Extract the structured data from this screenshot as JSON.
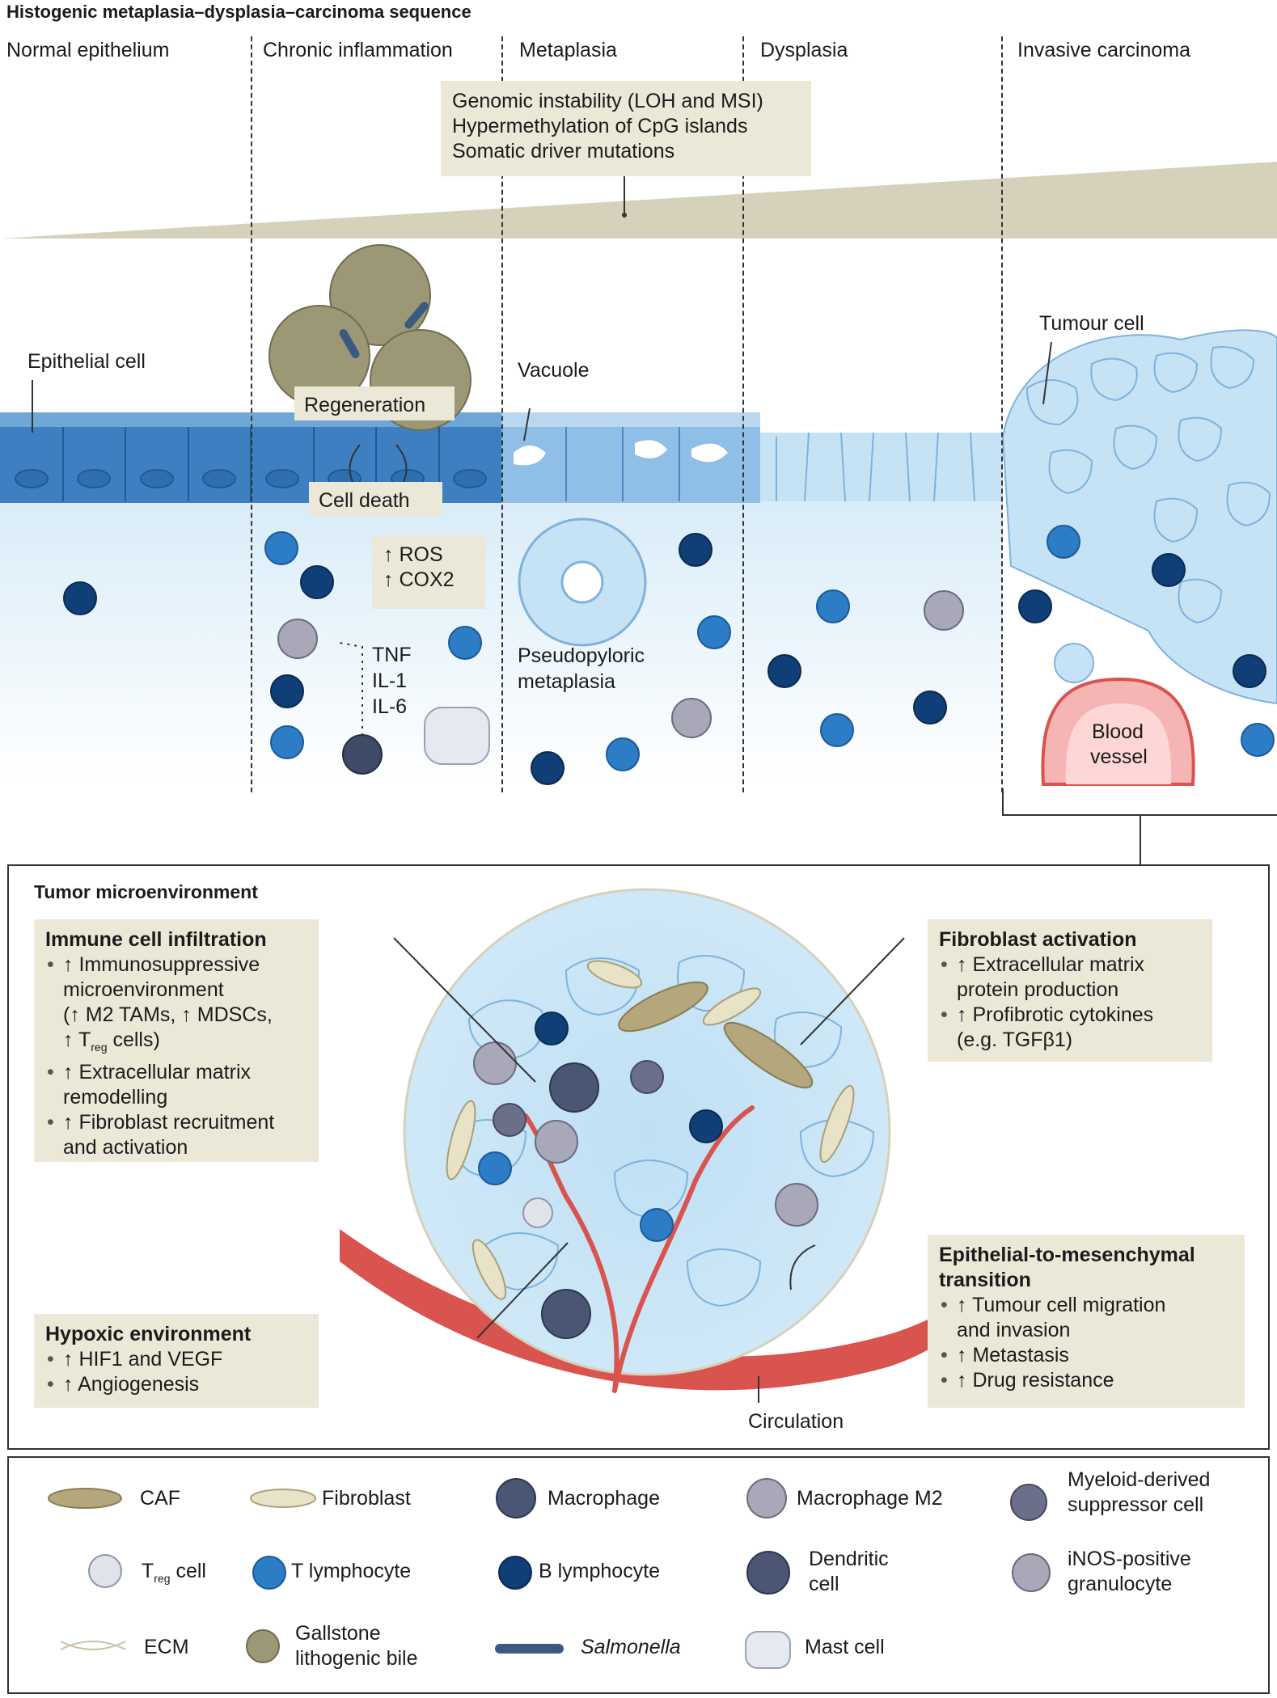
{
  "title": "Histogenic metaplasia–dysplasia–carcinoma sequence",
  "stages": [
    "Normal epithelium",
    "Chronic inflammation",
    "Metaplasia",
    "Dysplasia",
    "Invasive carcinoma"
  ],
  "genomic_box": [
    "Genomic instability (LOH and MSI)",
    "Hypermethylation of CpG islands",
    "Somatic driver mutations"
  ],
  "labels": {
    "epithelial_cell": "Epithelial cell",
    "regeneration": "Regeneration",
    "cell_death": "Cell death",
    "ros": "↑ ROS",
    "cox2": "↑ COX2",
    "tnf": "TNF",
    "il1": "IL-1",
    "il6": "IL-6",
    "vacuole": "Vacuole",
    "pseudopyloric_1": "Pseudopyloric",
    "pseudopyloric_2": "metaplasia",
    "tumour_cell": "Tumour cell",
    "blood_1": "Blood",
    "blood_2": "vessel",
    "circulation": "Circulation"
  },
  "tme": {
    "title": "Tumor microenvironment",
    "immune": {
      "heading": "Immune cell infiltration",
      "lines": [
        "↑ Immunosuppressive",
        "microenvironment",
        "(↑ M2 TAMs, ↑ MDSCs,",
        "↑ T",
        "reg",
        " cells)",
        "↑ Extracellular matrix",
        "remodelling",
        "↑ Fibroblast recruitment",
        "and activation"
      ]
    },
    "fibroblast": {
      "heading": "Fibroblast activation",
      "lines": [
        "↑ Extracellular matrix",
        "protein production",
        "↑ Profibrotic cytokines",
        "(e.g. TGFβ1)"
      ]
    },
    "hypoxic": {
      "heading": "Hypoxic environment",
      "lines": [
        "↑ HIF1 and VEGF",
        "↑ Angiogenesis"
      ]
    },
    "emt": {
      "heading_1": "Epithelial-to-mesenchymal",
      "heading_2": "transition",
      "lines": [
        "↑ Tumour cell migration",
        "and invasion",
        "↑ Metastasis",
        "↑ Drug resistance"
      ]
    }
  },
  "legend": {
    "caf": "CAF",
    "fibroblast": "Fibroblast",
    "macrophage": "Macrophage",
    "macrophage_m2": "Macrophage M2",
    "mdsc_1": "Myeloid-derived",
    "mdsc_2": "suppressor cell",
    "treg_t": "T",
    "treg_sub": "reg",
    "treg_rest": " cell",
    "t_lymph": "T lymphocyte",
    "b_lymph": "B lymphocyte",
    "dendritic_1": "Dendritic",
    "dendritic_2": "cell",
    "inos_1": "iNOS-positive",
    "inos_2": "granulocyte",
    "ecm": "ECM",
    "gallstone_1": "Gallstone",
    "gallstone_2": "lithogenic bile",
    "salmonella": "Salmonella",
    "mast": "Mast cell"
  },
  "colors": {
    "tan": "#ebe8d8",
    "wedge": "#d6d1bb",
    "epi_dark": "#3d7fc1",
    "epi_light": "#bfe0f4",
    "b_cell": "#103f78",
    "t_cell": "#2d7cc6",
    "vessel": "#d9534f",
    "caf": "#b5a77c"
  }
}
